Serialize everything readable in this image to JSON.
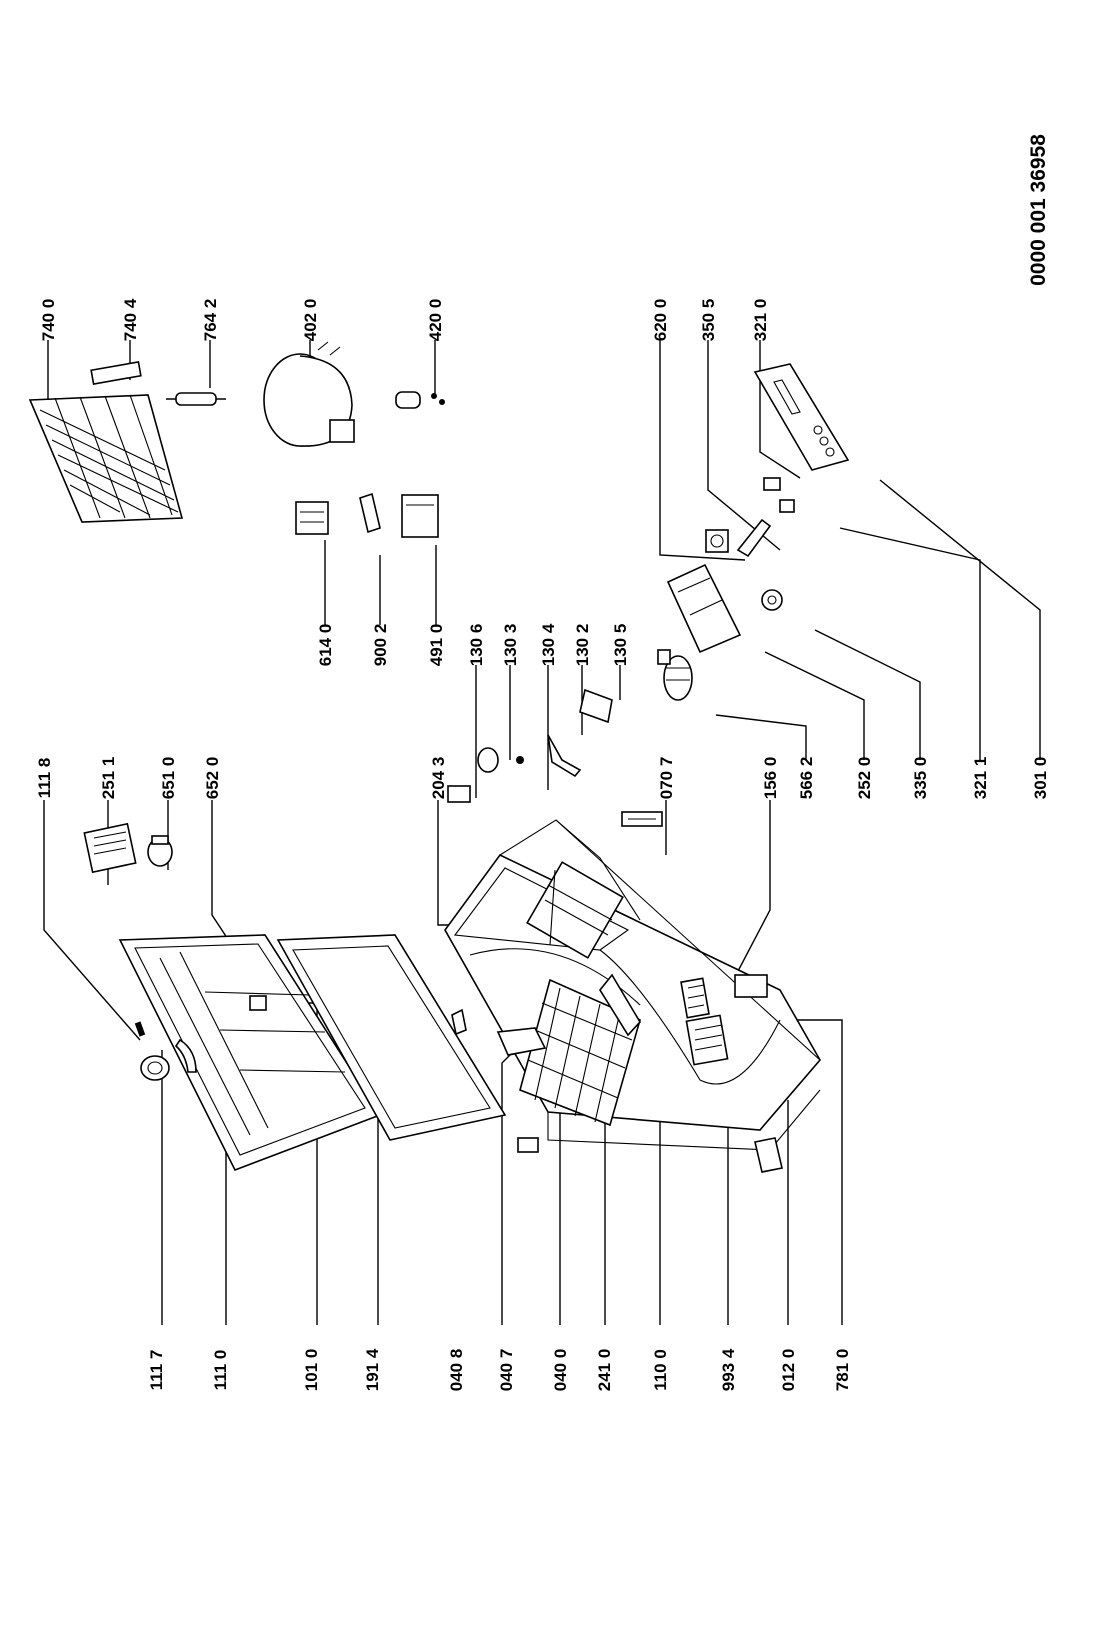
{
  "document_number": "0000 001 36958",
  "parts": [
    {
      "id": "p1117",
      "label": "111 7"
    },
    {
      "id": "p1110",
      "label": "111 0"
    },
    {
      "id": "p1010",
      "label": "101 0"
    },
    {
      "id": "p1914",
      "label": "191 4"
    },
    {
      "id": "p0408",
      "label": "040 8"
    },
    {
      "id": "p0407",
      "label": "040 7"
    },
    {
      "id": "p0400",
      "label": "040 0"
    },
    {
      "id": "p2410",
      "label": "241 0"
    },
    {
      "id": "p1100",
      "label": "110 0"
    },
    {
      "id": "p9934",
      "label": "993 4"
    },
    {
      "id": "p0120",
      "label": "012 0"
    },
    {
      "id": "p7810",
      "label": "781 0"
    },
    {
      "id": "p1118",
      "label": "111 8"
    },
    {
      "id": "p2511",
      "label": "251 1"
    },
    {
      "id": "p6510",
      "label": "651 0"
    },
    {
      "id": "p6520",
      "label": "652 0"
    },
    {
      "id": "p2043",
      "label": "204 3"
    },
    {
      "id": "p0707",
      "label": "070 7"
    },
    {
      "id": "p1560",
      "label": "156 0"
    },
    {
      "id": "p5662",
      "label": "566 2"
    },
    {
      "id": "p2520",
      "label": "252 0"
    },
    {
      "id": "p3350",
      "label": "335 0"
    },
    {
      "id": "p3211",
      "label": "321 1"
    },
    {
      "id": "p3010",
      "label": "301 0"
    },
    {
      "id": "p1306",
      "label": "130 6"
    },
    {
      "id": "p1303",
      "label": "130 3"
    },
    {
      "id": "p1304",
      "label": "130 4"
    },
    {
      "id": "p1302",
      "label": "130 2"
    },
    {
      "id": "p1305",
      "label": "130 5"
    },
    {
      "id": "p6140",
      "label": "614 0"
    },
    {
      "id": "p9002",
      "label": "900 2"
    },
    {
      "id": "p4910",
      "label": "491 0"
    },
    {
      "id": "p7400",
      "label": "740 0"
    },
    {
      "id": "p7404",
      "label": "740 4"
    },
    {
      "id": "p7642",
      "label": "764 2"
    },
    {
      "id": "p4020",
      "label": "402 0"
    },
    {
      "id": "p4200",
      "label": "420 0"
    },
    {
      "id": "p6200",
      "label": "620 0"
    },
    {
      "id": "p3505",
      "label": "350 5"
    },
    {
      "id": "p3210",
      "label": "321 0"
    }
  ]
}
